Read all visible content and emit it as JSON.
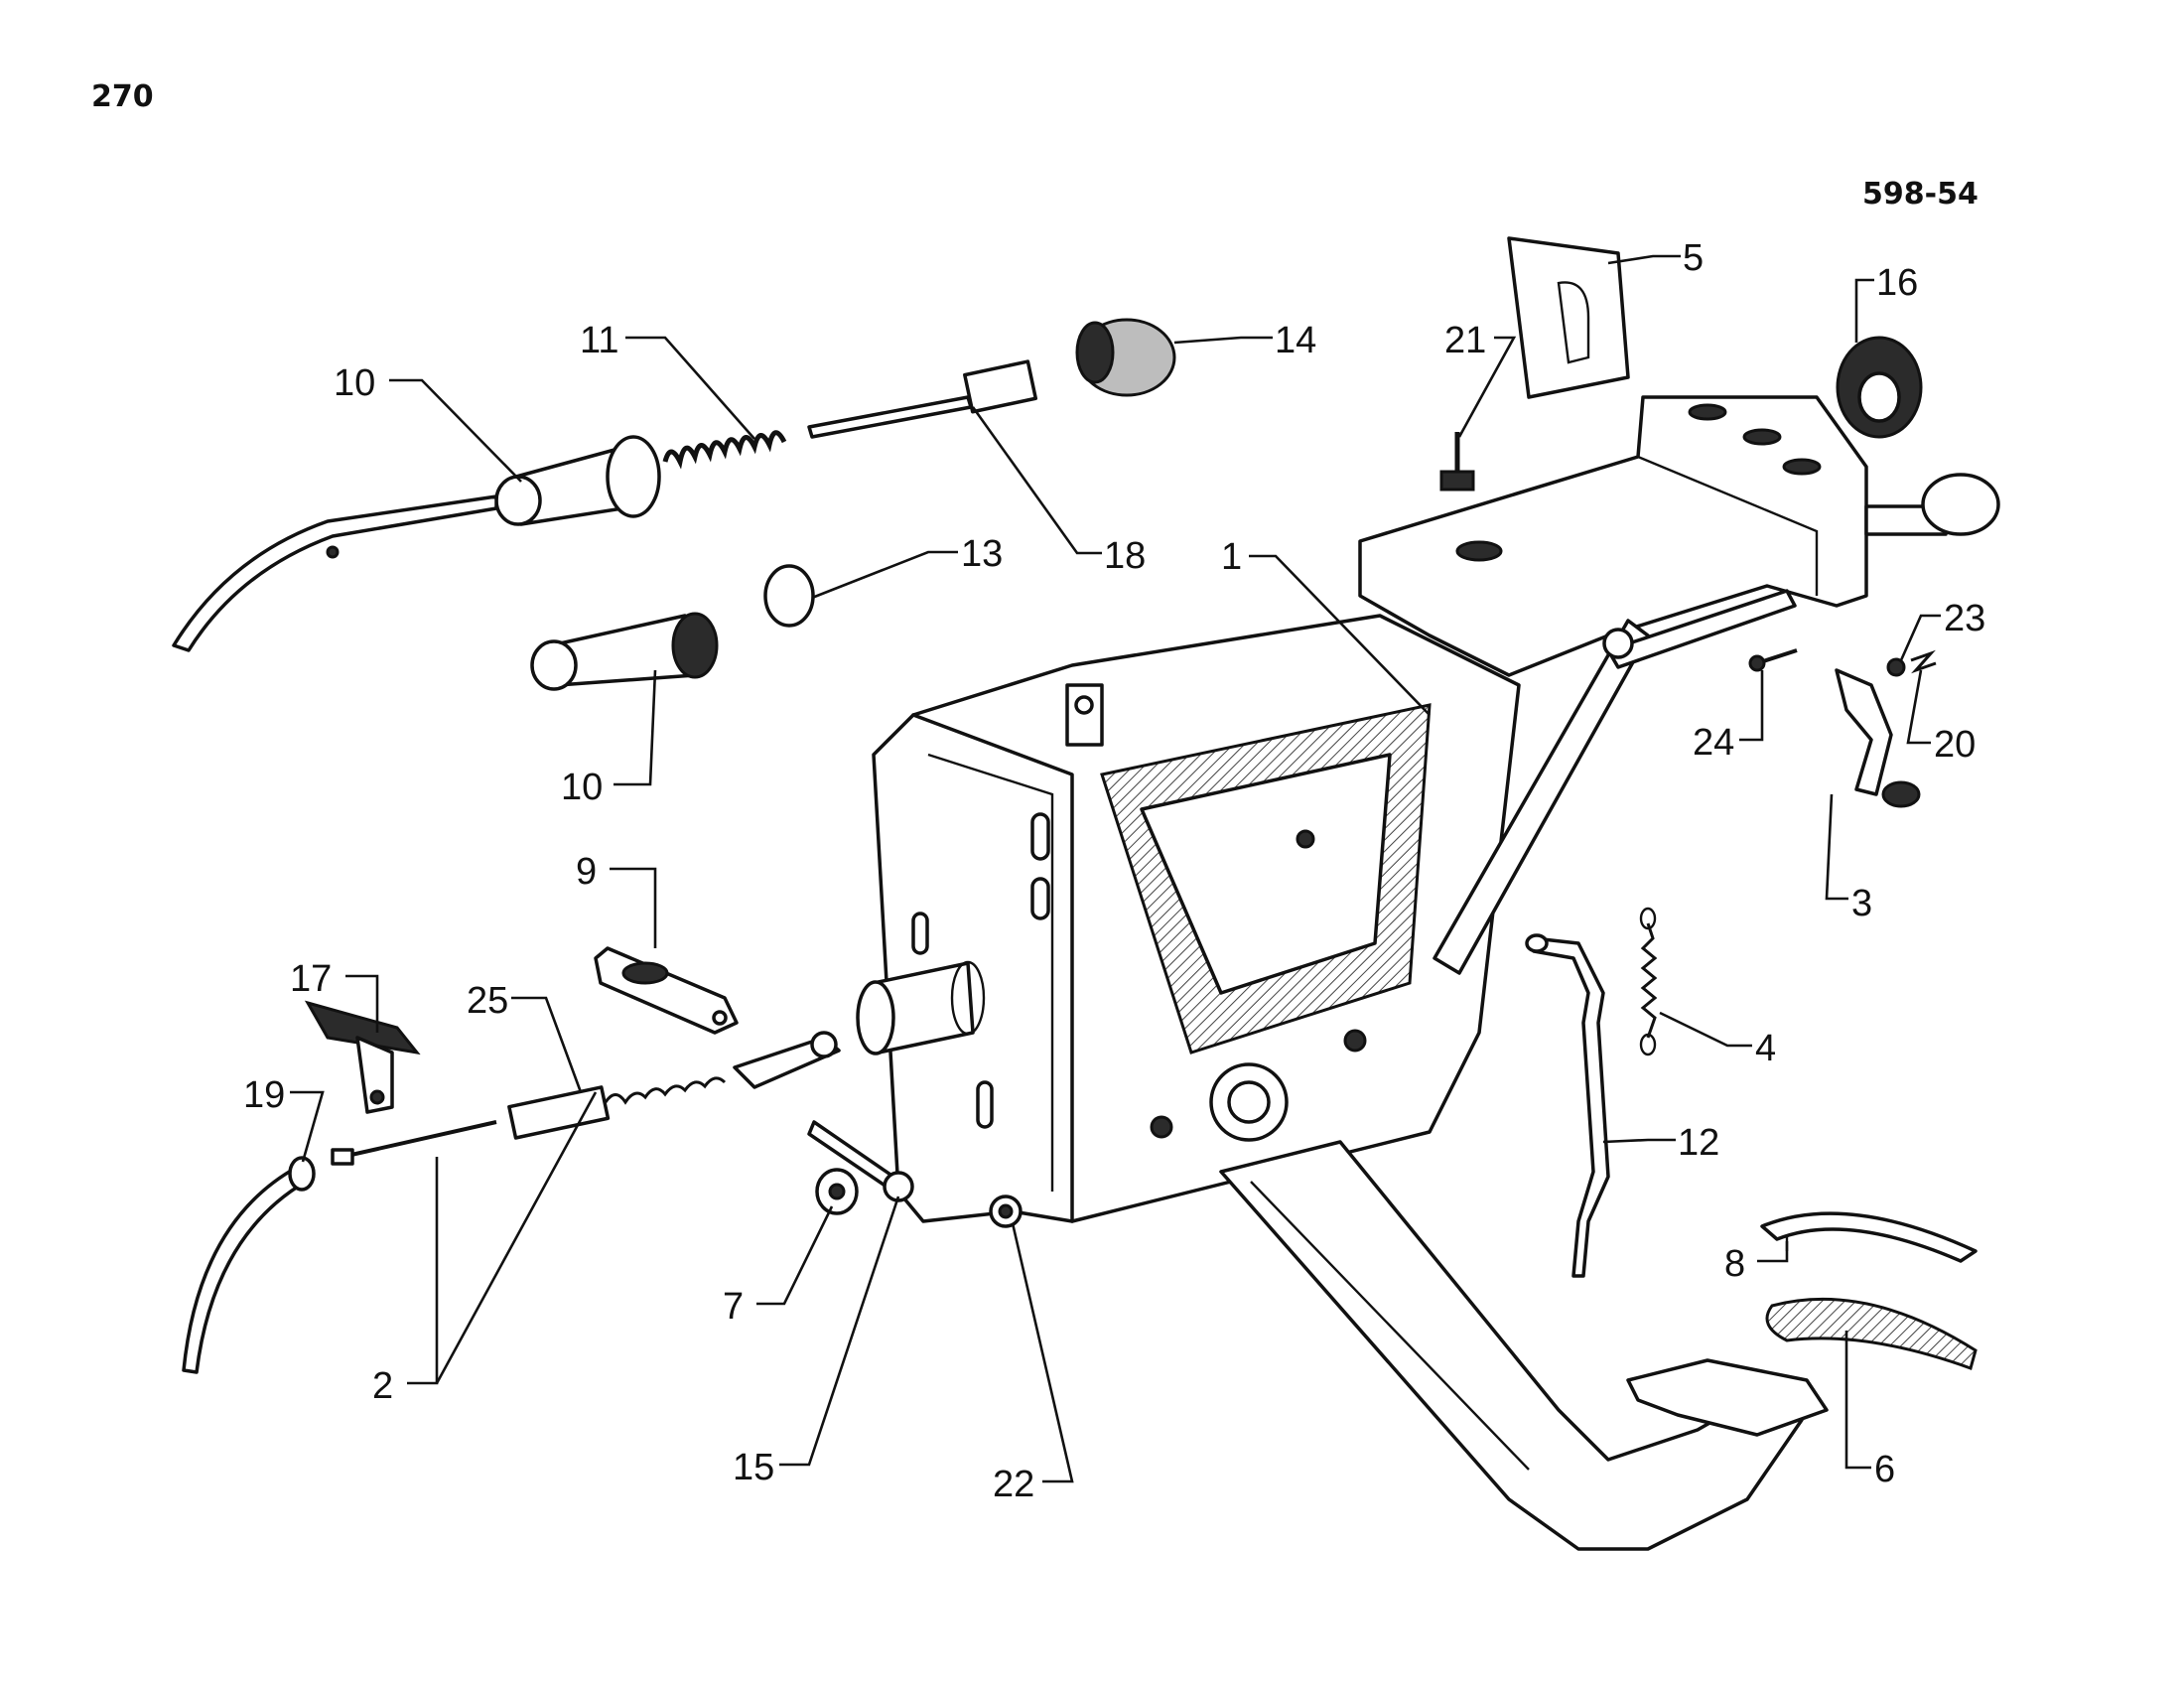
{
  "page_number": "270",
  "figure_code": "598-54",
  "callouts": [
    {
      "id": "c1",
      "text": "1"
    },
    {
      "id": "c2",
      "text": "2"
    },
    {
      "id": "c3",
      "text": "3"
    },
    {
      "id": "c4",
      "text": "4"
    },
    {
      "id": "c5",
      "text": "5"
    },
    {
      "id": "c6",
      "text": "6"
    },
    {
      "id": "c7",
      "text": "7"
    },
    {
      "id": "c8",
      "text": "8"
    },
    {
      "id": "c9",
      "text": "9"
    },
    {
      "id": "c10a",
      "text": "10"
    },
    {
      "id": "c10b",
      "text": "10"
    },
    {
      "id": "c11",
      "text": "11"
    },
    {
      "id": "c12",
      "text": "12"
    },
    {
      "id": "c13",
      "text": "13"
    },
    {
      "id": "c14",
      "text": "14"
    },
    {
      "id": "c15",
      "text": "15"
    },
    {
      "id": "c16",
      "text": "16"
    },
    {
      "id": "c17",
      "text": "17"
    },
    {
      "id": "c18",
      "text": "18"
    },
    {
      "id": "c19",
      "text": "19"
    },
    {
      "id": "c20",
      "text": "20"
    },
    {
      "id": "c21",
      "text": "21"
    },
    {
      "id": "c22",
      "text": "22"
    },
    {
      "id": "c23",
      "text": "23"
    },
    {
      "id": "c24",
      "text": "24"
    },
    {
      "id": "c25",
      "text": "25"
    }
  ]
}
